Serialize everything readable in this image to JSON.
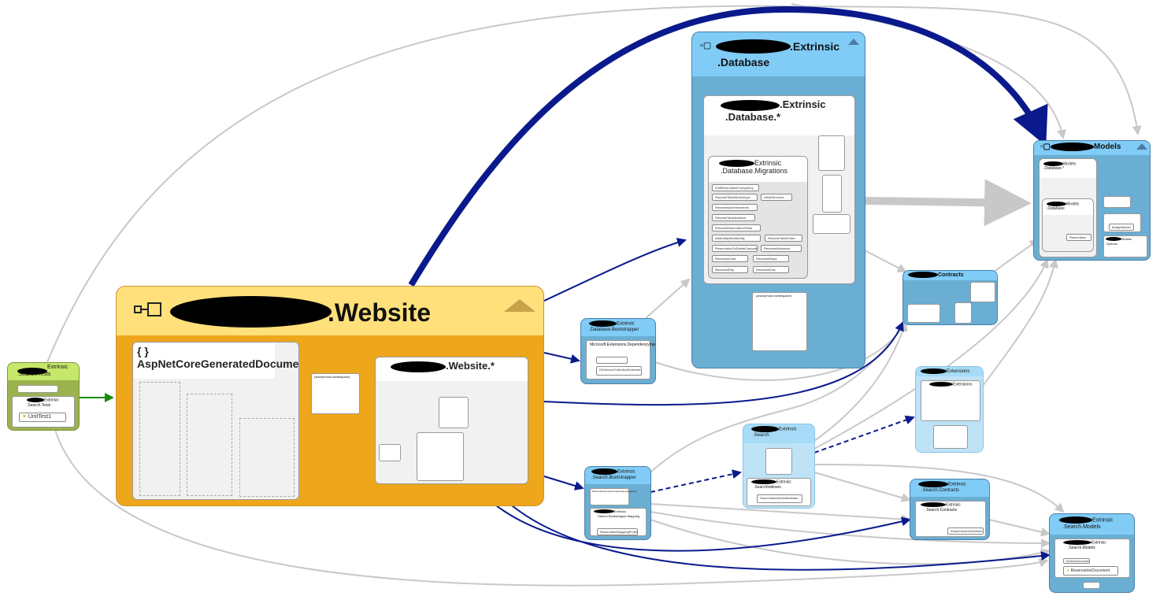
{
  "colors": {
    "dependency_strong": "#0a1a8c",
    "dependency_weak": "#c8c8c8",
    "website_header": "#ffe07a",
    "website_body": "#eea71a",
    "assembly_header": "#80ccf6",
    "assembly_body": "#6aaed3",
    "tests_header": "#c6e86a",
    "tests_body": "#9cb24e",
    "test_edge": "#1a8a10"
  },
  "website": {
    "title": ".Website",
    "groups": {
      "generated": "{ } AspNetCoreGeneratedDocument",
      "website_ns": ".Website.*",
      "anonymous": "(anonymous namespace)"
    }
  },
  "tests": {
    "title": "Extrinsic",
    "subtitle": ".Search.Tests",
    "inner_title": "Extrinsic",
    "inner_subtitle": ".Search.Tests",
    "unit_test": "UnitTest1"
  },
  "database": {
    "title": ".Extrinsic",
    "subtitle": ".Database",
    "ns_title": ".Extrinsic",
    "ns_subtitle": ".Database.*",
    "migrations_title": "Extrinsic",
    "migrations_subtitle": ".Database.Migrations",
    "anonymous": "(anonymous namespace)",
    "migrations": [
      "EditReservationForeignKey",
      "RenameTableWorkshops",
      "InitialStructure",
      "RenameAdvertisements",
      "RenameTableAddress",
      "RenameReservationFields",
      "AddedAspNetIdentity",
      "RenameTableCities",
      "ReservationOnDeleteCascade",
      "RenameAnimators",
      "RenamedCake",
      "RenamedDays",
      "RenamedPay",
      "RenamedGas"
    ]
  },
  "db_bootstrapper": {
    "title": "Extrinsic",
    "subtitle": ".Database.Bootstrapper",
    "ns": "Microsoft.Extensions.DependencyInjection",
    "item": "DbServiceCollectionExtensions"
  },
  "models": {
    "title": "Models",
    "ns1_title": "Models",
    "ns1_subtitle": ".Database.*",
    "ns2_title": "Models",
    "ns2_subtitle": ".Database",
    "budget": "BudgetModel",
    "reservation": "Reservation",
    "ns3_title": "Models",
    "ns3_subtitle": ".Options"
  },
  "contracts": {
    "title": "Contracts"
  },
  "extensions": {
    "title": "Extensions",
    "ns_title": "Extensions"
  },
  "search": {
    "title": "Extrinsic",
    "subtitle": ".Search",
    "ns_title": "Extrinsic",
    "ns_subtitle": ".SearchIndexes",
    "item": "SearchIndexDefinitionBase"
  },
  "search_bootstrapper": {
    "title": "Extrinsic",
    "subtitle": ".Search.Bootstrapper",
    "ns": "Microsoft.Extensions.DependencyInjection",
    "ns2_title": "Extrinsic",
    "ns2_subtitle": ".Search.Bootstrapper.Mapping",
    "item": "ReservationMappingProfile"
  },
  "search_contracts": {
    "title": "Extrinsic",
    "subtitle": ".Search.Contracts",
    "ns_title": "Extrinsic",
    "ns_subtitle": ".Search.Contracts",
    "item": "ISearchIndexDefinition"
  },
  "search_models": {
    "title": "Extrinsic",
    "subtitle": ".Search.Models",
    "ns_title": "Extrinsic",
    "ns_subtitle": ".Search.Models",
    "item1": "ArchiveDocument",
    "item2": "ReservationDocument"
  }
}
